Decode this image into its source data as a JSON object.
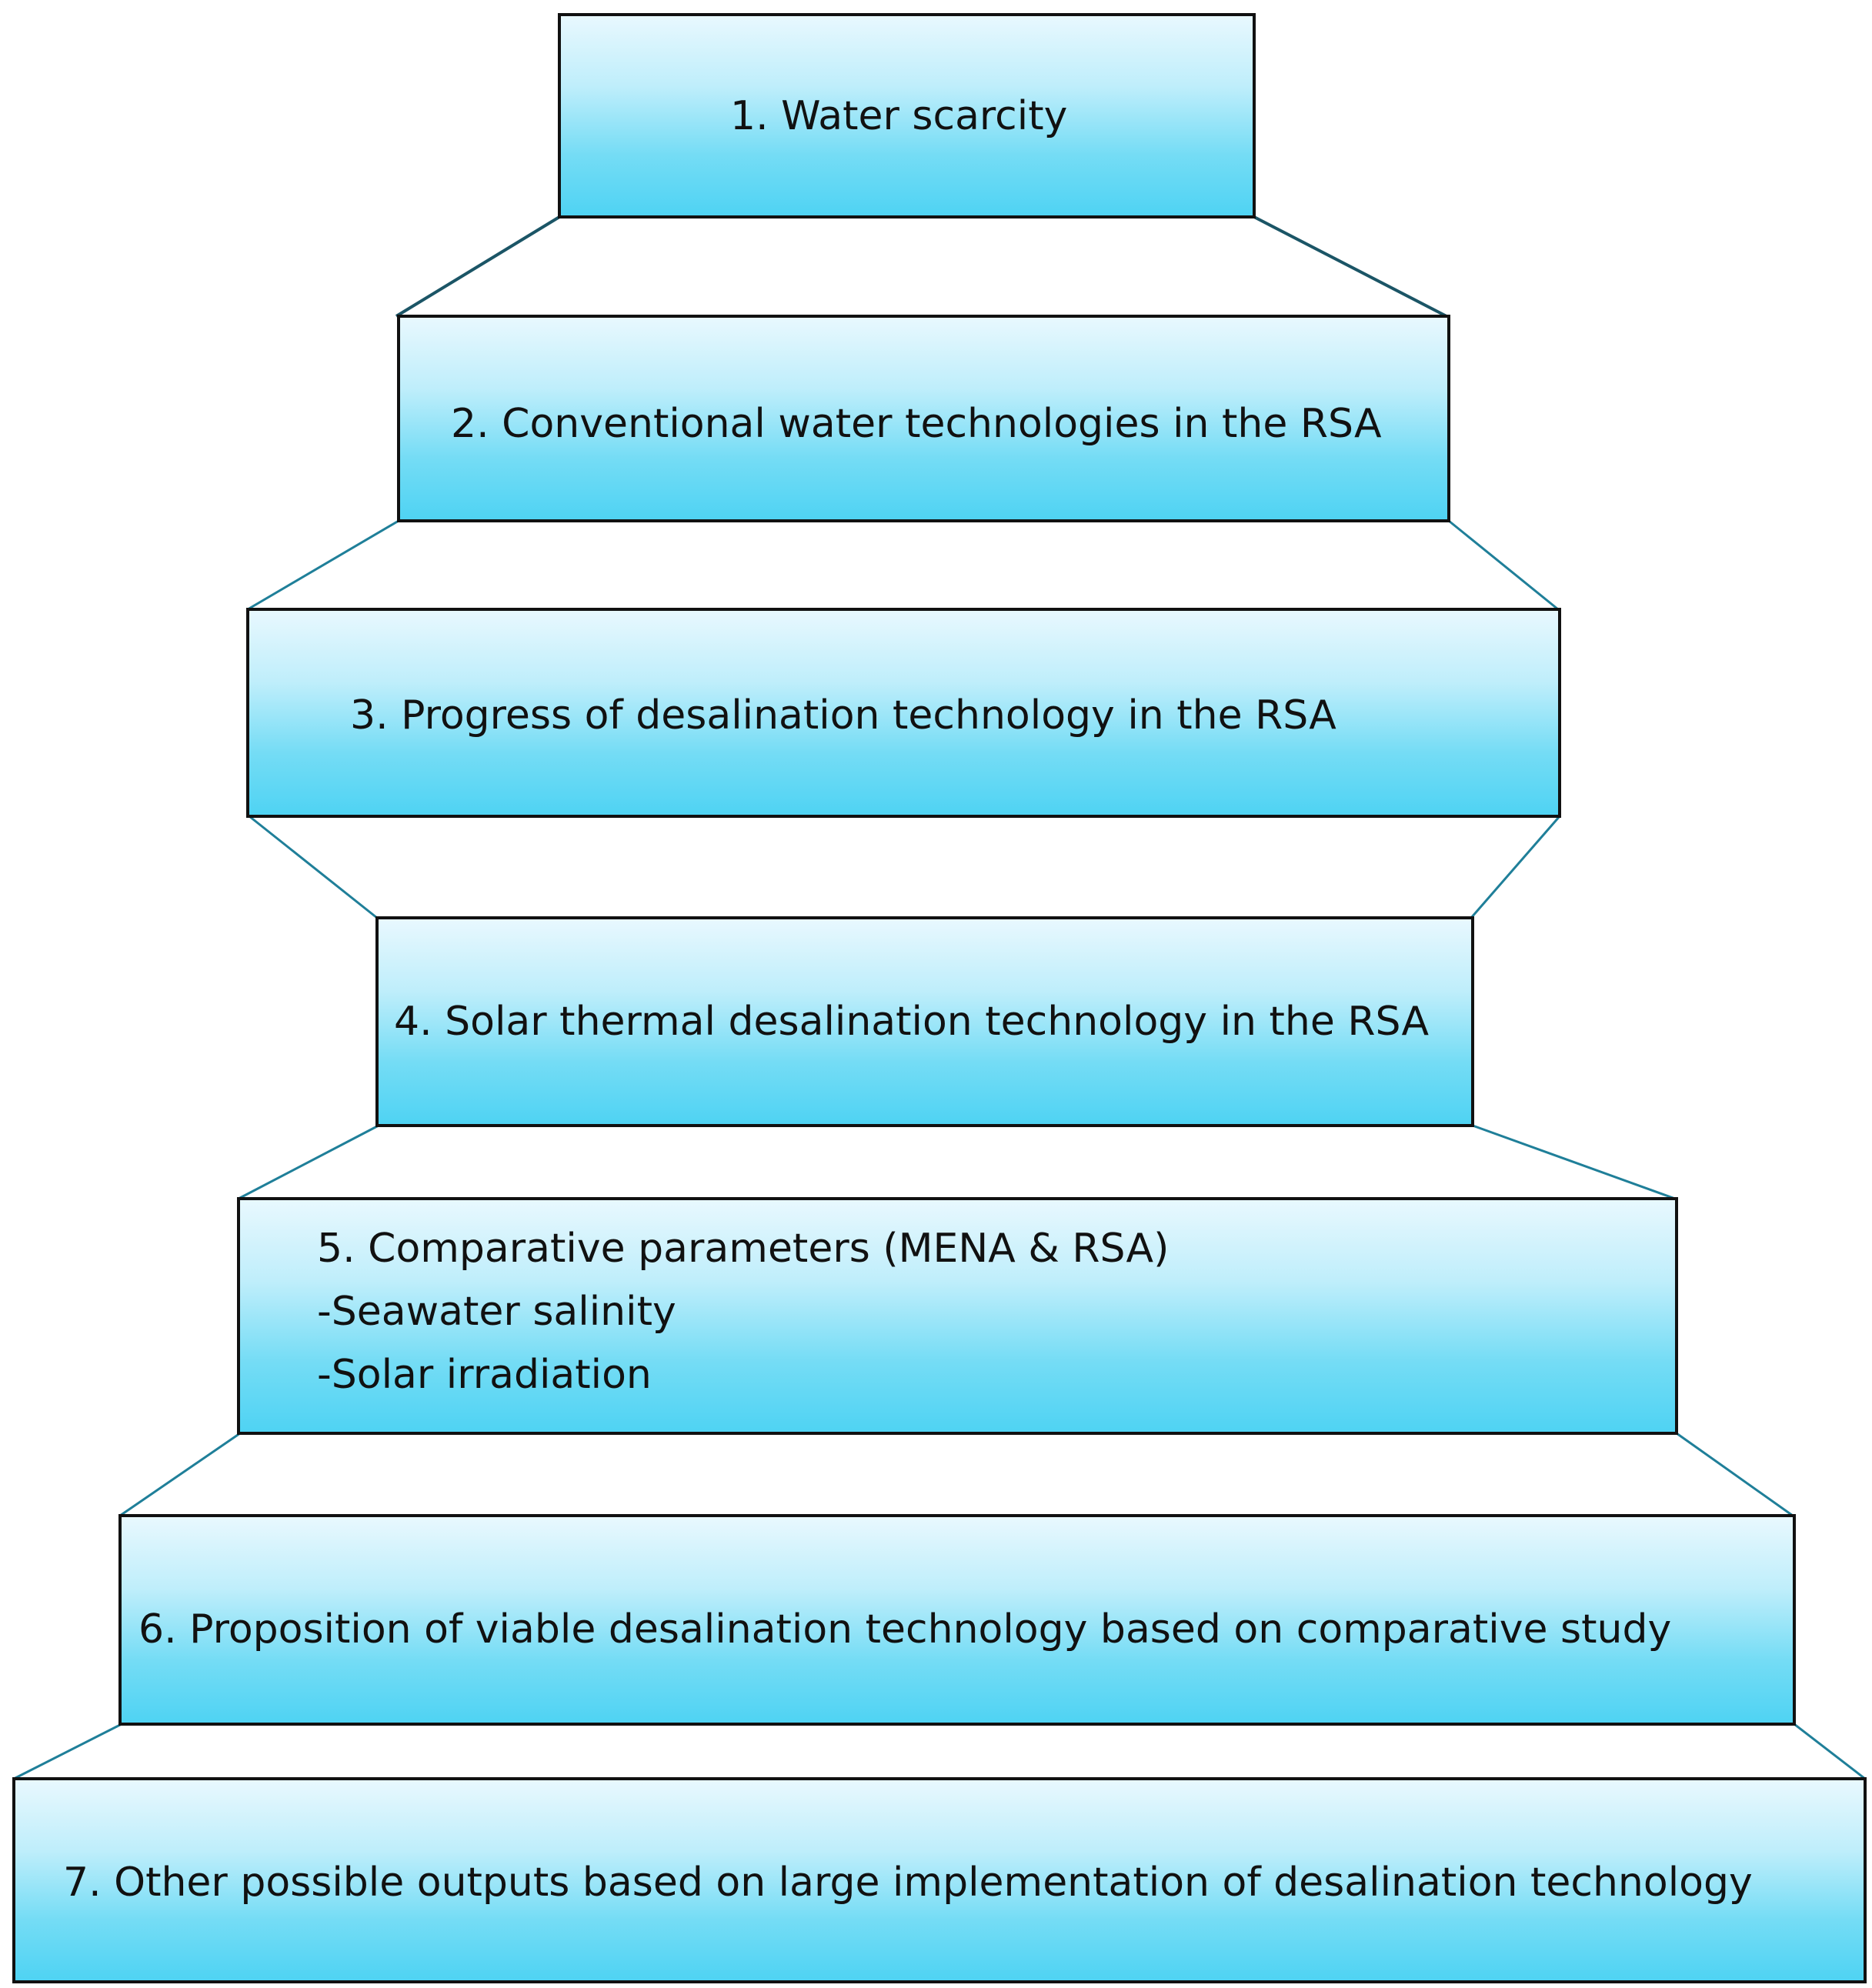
{
  "steps": [
    {
      "text": "1. Water scarcity"
    },
    {
      "text": "2. Conventional water technologies  in the RSA"
    },
    {
      "text": "3. Progress of desalination technology  in the RSA"
    },
    {
      "text": "4. Solar thermal desalination technology  in the RSA"
    },
    {
      "lines": [
        "5. Comparative parameters (MENA & RSA)",
        "-Seawater salinity",
        "-Solar irradiation"
      ]
    },
    {
      "text": "6. Proposition of viable desalination technology  based on comparative  study"
    },
    {
      "text": "7. Other possible outputs based on large implementation  of desalination  technology"
    }
  ],
  "colors": {
    "box_top": "#e8f8fe",
    "box_bottom": "#4fd3f3",
    "border": "#111111",
    "connector": "#1f7f99"
  }
}
